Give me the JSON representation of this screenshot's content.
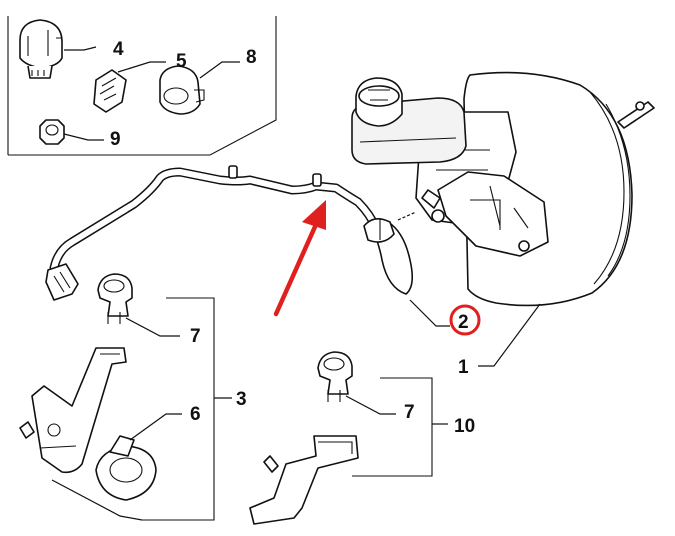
{
  "diagram": {
    "callouts": [
      {
        "id": "1",
        "label": "1"
      },
      {
        "id": "2",
        "label": "2",
        "highlighted": true
      },
      {
        "id": "3",
        "label": "3"
      },
      {
        "id": "4",
        "label": "4"
      },
      {
        "id": "5",
        "label": "5"
      },
      {
        "id": "6",
        "label": "6"
      },
      {
        "id": "7a",
        "label": "7"
      },
      {
        "id": "7b",
        "label": "7"
      },
      {
        "id": "8",
        "label": "8"
      },
      {
        "id": "9",
        "label": "9"
      },
      {
        "id": "10",
        "label": "10"
      }
    ],
    "parts": [
      {
        "name": "brake-booster-with-master-cylinder",
        "callout": "1"
      },
      {
        "name": "vacuum-hose",
        "callout": "2"
      },
      {
        "name": "hose-bracket-assembly",
        "callout": "3"
      },
      {
        "name": "connector",
        "callout": "4"
      },
      {
        "name": "clip",
        "callout": "5"
      },
      {
        "name": "bracket-clamp",
        "callout": "6"
      },
      {
        "name": "hose-clip",
        "callout": "7"
      },
      {
        "name": "collar-clip",
        "callout": "8"
      },
      {
        "name": "nut",
        "callout": "9"
      },
      {
        "name": "hose-bracket-assembly",
        "callout": "10"
      }
    ],
    "colors": {
      "line": "#111111",
      "highlight_circle": "#e0201e",
      "arrow": "#e0201e",
      "background": "#ffffff"
    },
    "icons": {
      "pointer_arrow": "red-arrow-icon"
    }
  }
}
